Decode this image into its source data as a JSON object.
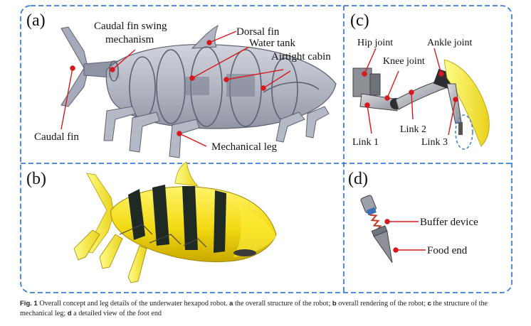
{
  "figure": {
    "panels": {
      "a": {
        "label": "(a)",
        "callouts": {
          "caudal_fin_swing": [
            "Caudal fin swing",
            "mechanism"
          ],
          "dorsal_fin": "Dorsal fin",
          "water_tank": "Water tank",
          "airtight_cabin": "Airtight cabin",
          "caudal_fin": "Caudal fin",
          "mechanical_leg": "Mechanical leg"
        }
      },
      "b": {
        "label": "(b)"
      },
      "c": {
        "label": "(c)",
        "callouts": {
          "hip_joint": "Hip joint",
          "ankle_joint": "Ankle joint",
          "knee_joint": "Knee joint",
          "link_1": "Link 1",
          "link_2": "Link 2",
          "link_3": "Link 3"
        }
      },
      "d": {
        "label": "(d)",
        "callouts": {
          "buffer_device": "Buffer device",
          "food_end": "Food end"
        }
      }
    },
    "colors": {
      "frame_border": "#3d7fd6",
      "callout_dot": "#d7191c",
      "robot_yellow": "#f5e21b",
      "robot_gray": "#9aa0ad"
    }
  },
  "caption": {
    "fig_label": "Fig. 1",
    "body": "Overall concept and leg details of the underwater hexapod robot.",
    "parts": [
      {
        "key": "a",
        "text": "the overall structure of the robot;"
      },
      {
        "key": "b",
        "text": "overall rendering of the robot;"
      },
      {
        "key": "c",
        "text": "the structure of the mechanical leg;"
      },
      {
        "key": "d",
        "text": "a detailed view of the foot end"
      }
    ]
  }
}
